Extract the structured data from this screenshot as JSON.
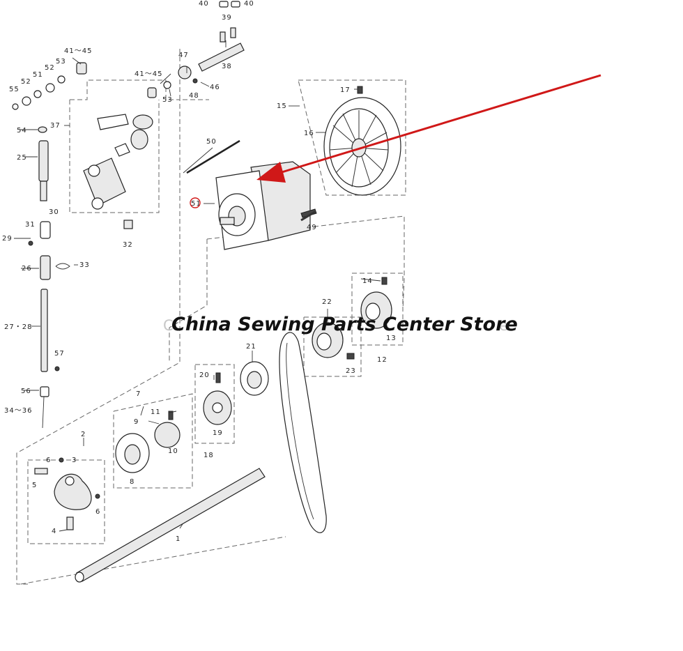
{
  "diagram": {
    "watermark": "China Sewing Parts Center Store",
    "watermark_faint_left": "C",
    "watermark_faint_right": "e",
    "highlight_color": "#d01818",
    "arrow_color": "#d01818",
    "highlighted_label": "51",
    "labels": {
      "l1": "1",
      "l2": "2",
      "l3": "3",
      "l4": "4",
      "l5": "5",
      "l6a": "6",
      "l6b": "6",
      "l7": "7",
      "l8": "8",
      "l9": "9",
      "l10": "10",
      "l11": "11",
      "l12": "12",
      "l13": "13",
      "l14": "14",
      "l15": "15",
      "l16": "16",
      "l17": "17",
      "l18": "18",
      "l19": "19",
      "l20": "20",
      "l21": "21",
      "l22": "22",
      "l23": "23",
      "l25": "25",
      "l26": "26",
      "l27": "27・28",
      "l29": "29",
      "l30": "30",
      "l31": "31",
      "l32": "32",
      "l33": "33",
      "l34": "34～36",
      "l37": "37",
      "l38": "38",
      "l39": "39",
      "l40a": "40",
      "l40b": "40",
      "l41a": "41～45",
      "l41b": "41～45",
      "l46": "46",
      "l47": "47",
      "l48": "48",
      "l49": "49",
      "l50": "50",
      "l51": "51",
      "l52a": "52",
      "l52b": "52",
      "l53a": "53",
      "l53b": "53",
      "l54": "54",
      "l55": "55",
      "l56": "56",
      "l57": "57"
    }
  }
}
